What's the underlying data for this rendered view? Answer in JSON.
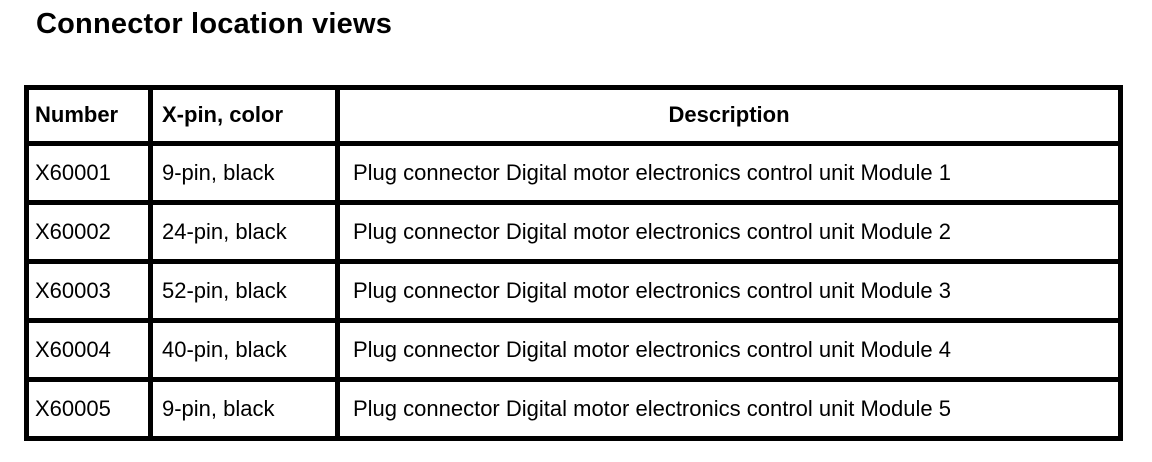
{
  "title": "Connector location views",
  "table": {
    "headers": {
      "number": "Number",
      "pin": "X-pin, color",
      "description": "Description"
    },
    "rows": [
      {
        "number": "X60001",
        "pin": "9-pin, black",
        "description": "Plug connector Digital motor electronics control unit Module 1"
      },
      {
        "number": "X60002",
        "pin": "24-pin, black",
        "description": "Plug connector Digital motor electronics control unit Module 2"
      },
      {
        "number": "X60003",
        "pin": "52-pin, black",
        "description": "Plug connector Digital motor electronics control unit Module 3"
      },
      {
        "number": "X60004",
        "pin": "40-pin, black",
        "description": "Plug connector Digital motor electronics control unit Module 4"
      },
      {
        "number": "X60005",
        "pin": "9-pin, black",
        "description": "Plug connector Digital motor electronics control unit Module 5"
      }
    ]
  },
  "colors": {
    "grid": "#000000",
    "cell_background": "#ffffff",
    "text": "#000000",
    "page_background": "#ffffff"
  }
}
